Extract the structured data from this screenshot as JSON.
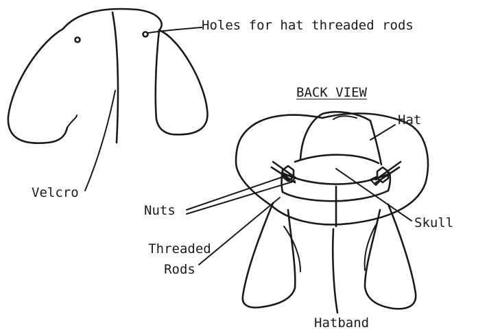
{
  "labels": {
    "holes": "Holes for hat threaded rods",
    "back_view": "BACK VIEW",
    "hat": "Hat",
    "velcro": "Velcro",
    "nuts": "Nuts",
    "skull": "Skull",
    "threaded_rods_line1": "Threaded",
    "threaded_rods_line2": "Rods",
    "hatband": "Hatband"
  }
}
